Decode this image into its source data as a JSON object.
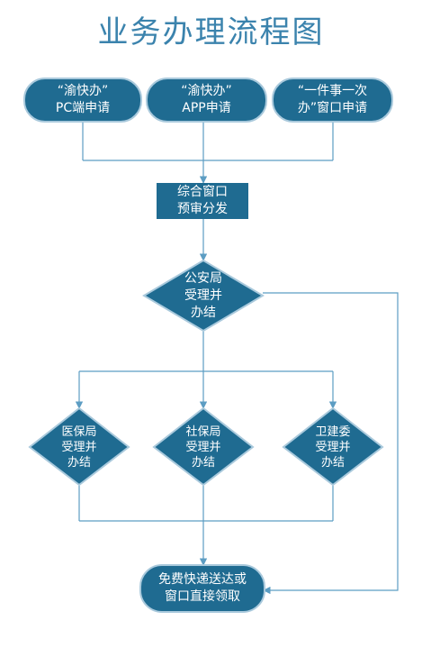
{
  "title": "业务办理流程图",
  "nodes": {
    "pc": {
      "line1": "“渝快办”",
      "line2": "PC端申请"
    },
    "app": {
      "line1": "“渝快办”",
      "line2": "APP申请"
    },
    "window": {
      "line1": "“一件事一次",
      "line2": "办”窗口申请"
    },
    "review": {
      "line1": "综合窗口",
      "line2": "预审分发"
    },
    "police": {
      "line1": "公安局",
      "line2": "受理并",
      "line3": "办结"
    },
    "medical": {
      "line1": "医保局",
      "line2": "受理并",
      "line3": "办结"
    },
    "social": {
      "line1": "社保局",
      "line2": "受理并",
      "line3": "办结"
    },
    "health": {
      "line1": "卫建委",
      "line2": "受理并",
      "line3": "办结"
    },
    "delivery": {
      "line1": "免费快递送达或",
      "line2": "窗口直接领取"
    }
  },
  "colors": {
    "title": "#3b83ad",
    "node_fill": "#1f6b91",
    "node_stroke": "#a9c9dc",
    "line": "#5c9dc3"
  }
}
